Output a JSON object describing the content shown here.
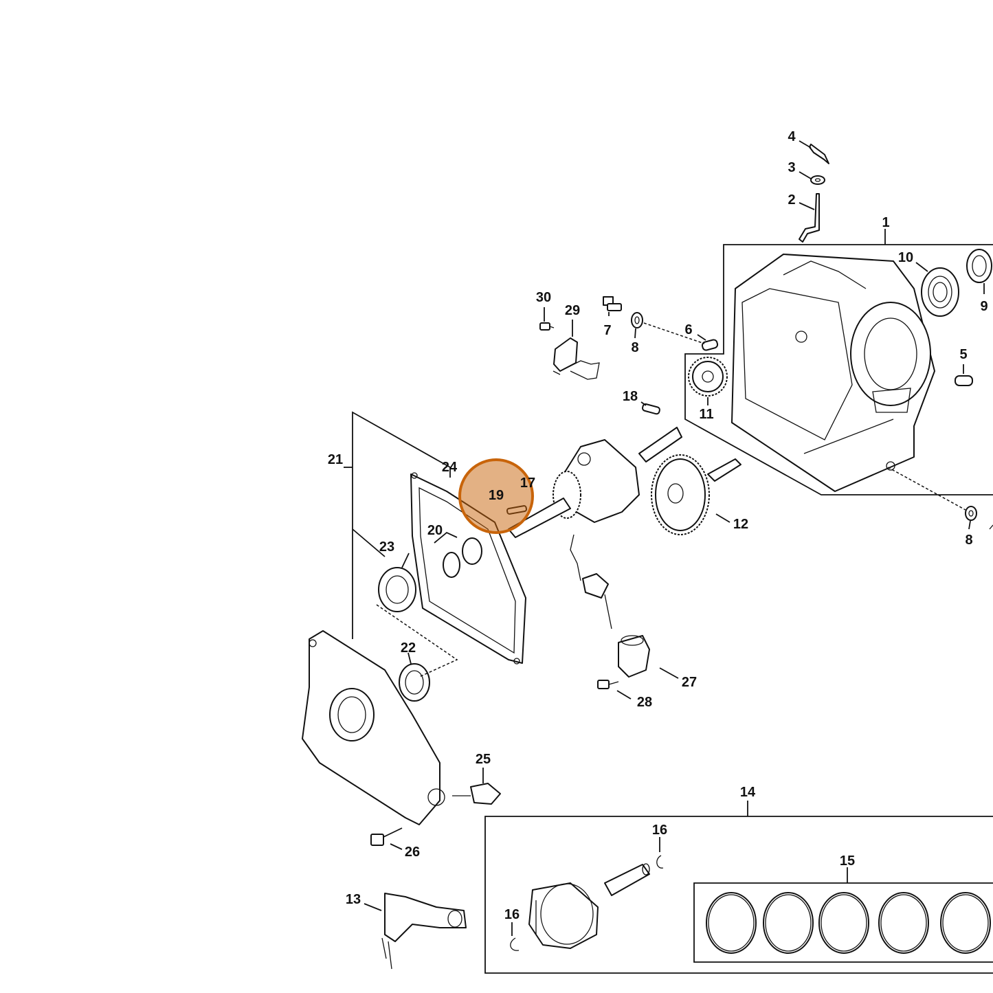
{
  "highlight": {
    "part": "19",
    "color": "#c8640a"
  },
  "labels": [
    {
      "id": "p1",
      "text": "1"
    },
    {
      "id": "p2",
      "text": "2"
    },
    {
      "id": "p3",
      "text": "3"
    },
    {
      "id": "p4",
      "text": "4"
    },
    {
      "id": "p5",
      "text": "5"
    },
    {
      "id": "p6",
      "text": "6"
    },
    {
      "id": "p7",
      "text": "7"
    },
    {
      "id": "p8a",
      "text": "8"
    },
    {
      "id": "p8b",
      "text": "8"
    },
    {
      "id": "p9",
      "text": "9"
    },
    {
      "id": "p10",
      "text": "10"
    },
    {
      "id": "p11",
      "text": "11"
    },
    {
      "id": "p12",
      "text": "12"
    },
    {
      "id": "p13",
      "text": "13"
    },
    {
      "id": "p14",
      "text": "14"
    },
    {
      "id": "p15",
      "text": "15"
    },
    {
      "id": "p16a",
      "text": "16"
    },
    {
      "id": "p16b",
      "text": "16"
    },
    {
      "id": "p17",
      "text": "17"
    },
    {
      "id": "p18",
      "text": "18"
    },
    {
      "id": "p19",
      "text": "19"
    },
    {
      "id": "p20",
      "text": "20"
    },
    {
      "id": "p21",
      "text": "21"
    },
    {
      "id": "p22",
      "text": "22"
    },
    {
      "id": "p23",
      "text": "23"
    },
    {
      "id": "p24",
      "text": "24"
    },
    {
      "id": "p25",
      "text": "25"
    },
    {
      "id": "p26",
      "text": "26"
    },
    {
      "id": "p27",
      "text": "27"
    },
    {
      "id": "p28",
      "text": "28"
    },
    {
      "id": "p29",
      "text": "29"
    },
    {
      "id": "p30",
      "text": "30"
    }
  ]
}
